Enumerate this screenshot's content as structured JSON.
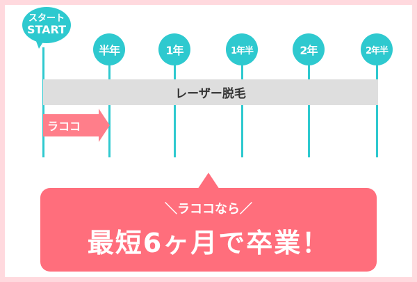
{
  "start": {
    "line1": "スタート",
    "line2": "START"
  },
  "milestones": [
    "半年",
    "1年",
    "1年半",
    "2年",
    "2年半"
  ],
  "bars": {
    "laser": "レーザー脱毛",
    "lacocco": "ラココ"
  },
  "callout": {
    "sub": "＼ラココなら／",
    "main": "最短6ヶ月で卒業！"
  },
  "colors": {
    "teal": "#2ec9cf",
    "pink": "#ff6e7c",
    "gray_bar": "#dedede",
    "border": "#ffd9de"
  }
}
